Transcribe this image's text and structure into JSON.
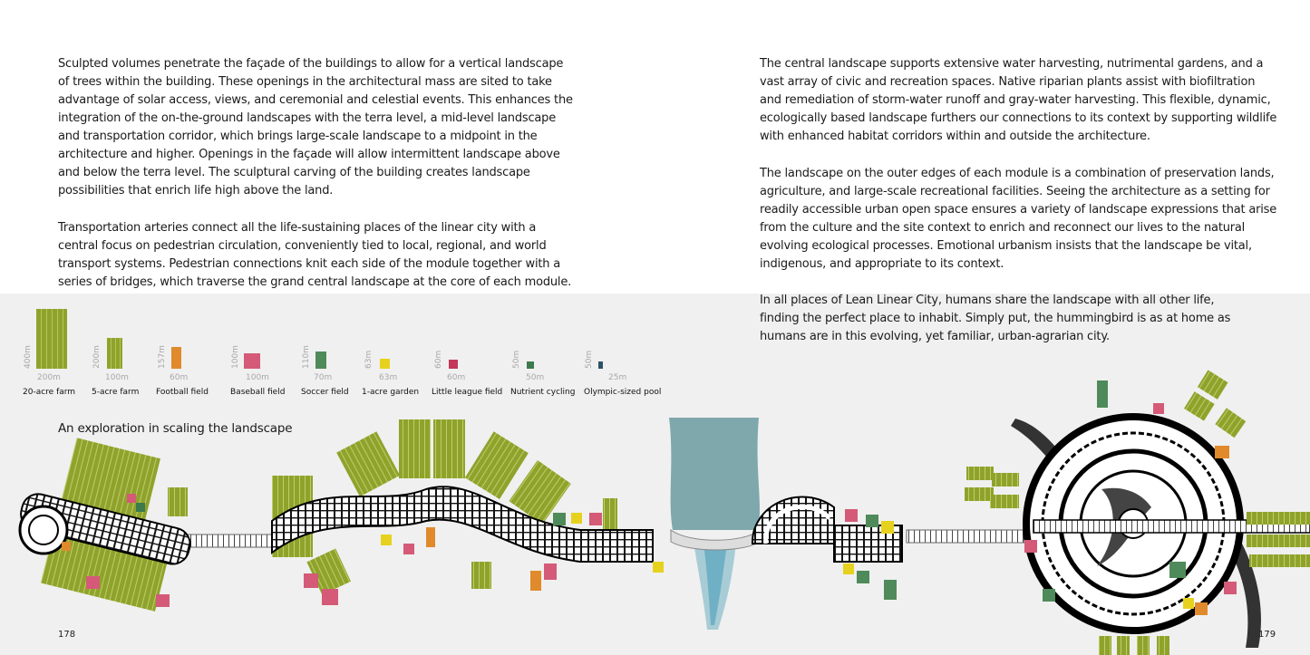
{
  "left_page": {
    "paragraphs": [
      "Sculpted volumes penetrate the façade of the buildings to allow for a vertical landscape of trees within the building. These openings in the architectural mass are sited to take advantage of solar access, views, and ceremonial and celestial events. This enhances the integration of the on-the-ground landscapes with the terra level, a mid-level landscape and transportation corridor, which brings large-scale landscape to a midpoint in the architecture and higher. Openings in the façade will allow intermittent landscape above and below the terra level. The sculptural carving of the building creates landscape possibilities that enrich life high above the land.",
      "Transportation arteries connect all the life-sustaining places of the linear city with a central focus on pedestrian circulation, conveniently tied to local, regional, and world transport systems. Pedestrian connections knit each side of the module together with a series of bridges, which traverse the grand central landscape at the core of each module."
    ],
    "caption": "An exploration in scaling the landscape",
    "page_number": "178"
  },
  "right_page": {
    "paragraphs": [
      "The central landscape supports extensive water harvesting, nutrimental gardens, and a vast array of civic and recreation spaces. Native riparian plants assist with biofiltration and remediation of storm-water runoff and gray-water harvesting. This flexible, dynamic, ecologically based landscape furthers our connections to its context by supporting wildlife with enhanced habitat corridors within and outside the architecture.",
      "The landscape on the outer edges of each module is a combination of preservation lands, agriculture, and large-scale recreational facilities. Seeing the architecture as a setting for readily accessible urban open space ensures a variety of landscape expressions that arise from the culture and the site context to enrich and reconnect our lives to the natural evolving ecological processes. Emotional urbanism insists that the landscape be vital, indigenous, and appropriate to its context.",
      "In all places of Lean Linear City, humans share the landscape with all other life, finding the perfect place to inhabit. Simply put, the hummingbird is as at home as humans are in this evolving, yet familiar, urban-agrarian city."
    ],
    "page_number": "179"
  },
  "legend": [
    {
      "name": "20-acre farm",
      "height_label": "400m",
      "width_label": "200m",
      "color": "#8fa32c",
      "striped": true
    },
    {
      "name": "5-acre farm",
      "height_label": "200m",
      "width_label": "100m",
      "color": "#8fa32c",
      "striped": true
    },
    {
      "name": "Football field",
      "height_label": "157m",
      "width_label": "60m",
      "color": "#e08a2c",
      "striped": false
    },
    {
      "name": "Baseball field",
      "height_label": "100m",
      "width_label": "100m",
      "color": "#d45a78",
      "striped": false
    },
    {
      "name": "Soccer field",
      "height_label": "110m",
      "width_label": "70m",
      "color": "#4f8a5a",
      "striped": false
    },
    {
      "name": "1-acre garden",
      "height_label": "63m",
      "width_label": "63m",
      "color": "#e6d21e",
      "striped": false
    },
    {
      "name": "Little league field",
      "height_label": "60m",
      "width_label": "60m",
      "color": "#c4365a",
      "striped": false
    },
    {
      "name": "Nutrient cycling",
      "height_label": "50m",
      "width_label": "50m",
      "color": "#3d7a4c",
      "striped": false
    },
    {
      "name": "Olympic-sized pool",
      "height_label": "50m",
      "width_label": "25m",
      "color": "#2e5266",
      "striped": false
    }
  ],
  "colors": {
    "farm": "#8fa32c",
    "football": "#e08a2c",
    "baseball": "#d45a78",
    "soccer": "#4f8a5a",
    "garden": "#e6d21e",
    "little_league": "#c4365a",
    "water": "#7fa8ac",
    "band": "#f0f0f0"
  }
}
